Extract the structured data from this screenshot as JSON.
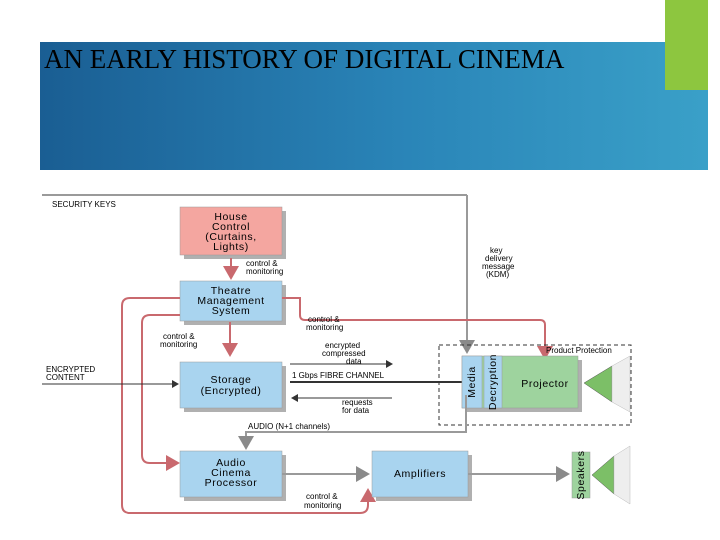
{
  "slide": {
    "title": "AN EARLY HISTORY OF DIGITAL CINEMA",
    "colors": {
      "banner": "#1f6fa3",
      "accent": "#8dc63f",
      "box_red": "#f4a6a0",
      "box_blue": "#a9d4ef",
      "box_green": "#9ed39e",
      "wire_red": "#c9696e",
      "wire_gray": "#9a9a9a"
    }
  },
  "diagram": {
    "security_keys": "SECURITY KEYS",
    "house_control": [
      "House",
      "Control",
      "(Curtains,",
      "Lights)"
    ],
    "tms": [
      "Theatre",
      "Management",
      "System"
    ],
    "storage": [
      "Storage",
      "(Encrypted)"
    ],
    "acp": [
      "Audio",
      "Cinema",
      "Processor"
    ],
    "amplifiers": "Amplifiers",
    "projector": "Projector",
    "media_block_1": "Media",
    "media_block_2": "Decryption",
    "speakers": "Speakers",
    "product_protection": "Product Protection",
    "key_delivery": [
      "key",
      "delivery",
      "message",
      "(KDM)"
    ],
    "control_monitoring_1": [
      "control &",
      "monitoring"
    ],
    "control_monitoring_2": [
      "control &",
      "monitoring"
    ],
    "control_monitoring_3": [
      "control &",
      "monitoring"
    ],
    "control_monitoring_4": [
      "control &",
      "monitoring"
    ],
    "encrypted_content": [
      "ENCRYPTED",
      "CONTENT"
    ],
    "encrypted_data": [
      "encrypted",
      "compressed",
      "data"
    ],
    "fibre_channel": "1 Gbps FIBRE CHANNEL",
    "requests_data": [
      "requests",
      "for data"
    ],
    "audio_channels": "AUDIO (N+1 channels)"
  }
}
